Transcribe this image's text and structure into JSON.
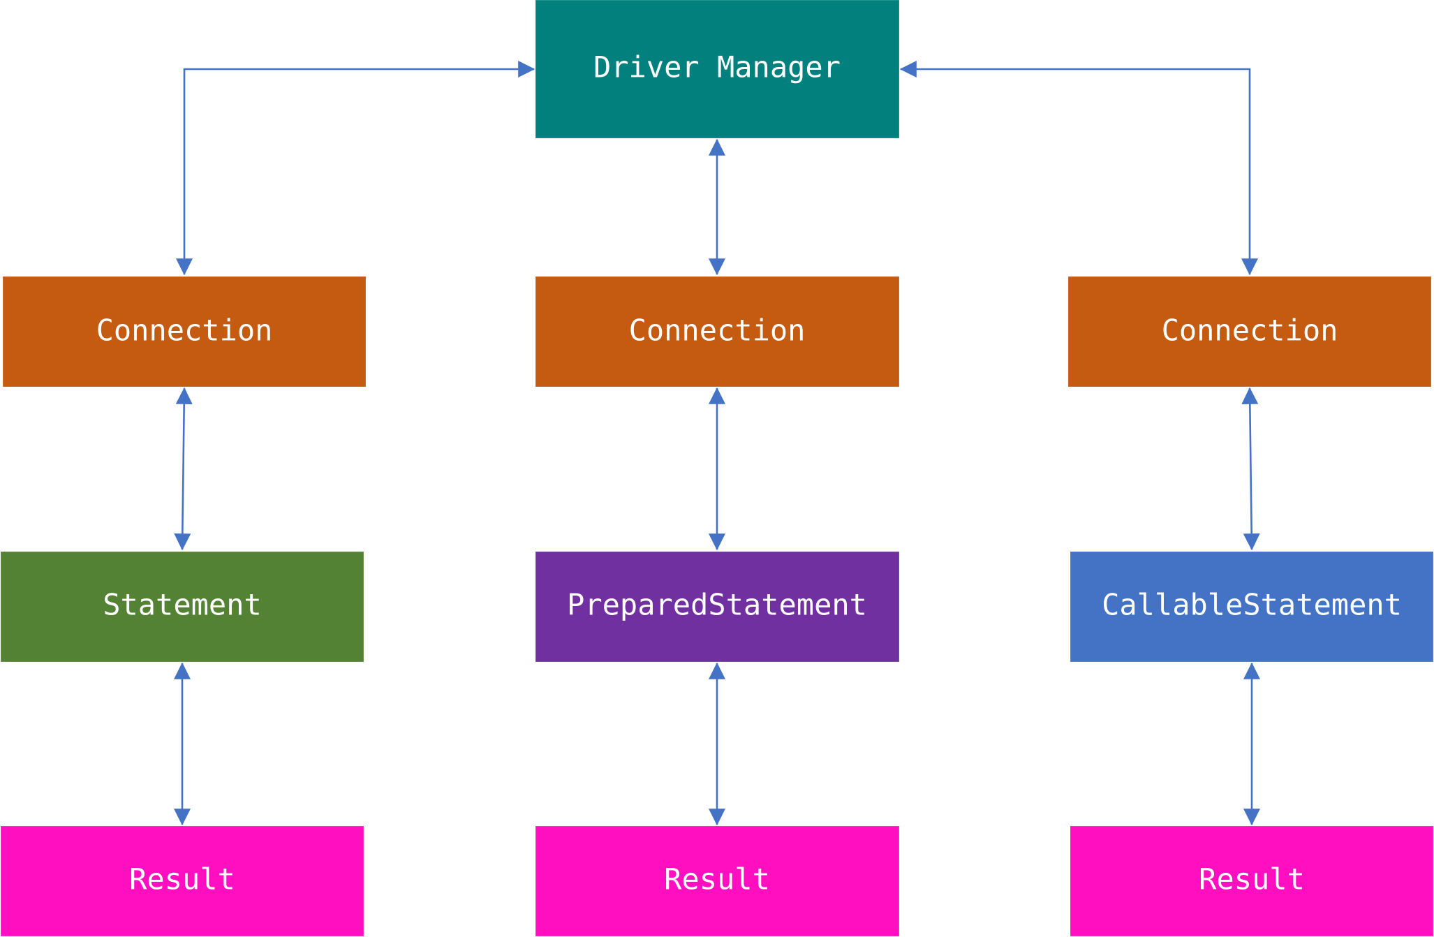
{
  "colors": {
    "driver_manager": "#02807D",
    "connection": "#C55A11",
    "statement": "#548235",
    "prepared_statement": "#7030A0",
    "callable_statement": "#4472C4",
    "result": "#FF0FC0",
    "arrow": "#4472C4"
  },
  "nodes": {
    "driver_manager": "Driver Manager",
    "connection_left": "Connection",
    "connection_center": "Connection",
    "connection_right": "Connection",
    "statement": "Statement",
    "prepared_statement": "PreparedStatement",
    "callable_statement": "CallableStatement",
    "result_left": "Result",
    "result_center": "Result",
    "result_right": "Result"
  },
  "edges": [
    {
      "from": "driver_manager",
      "to": "connection_left",
      "bidirectional": true
    },
    {
      "from": "driver_manager",
      "to": "connection_center",
      "bidirectional": true
    },
    {
      "from": "driver_manager",
      "to": "connection_right",
      "bidirectional": true
    },
    {
      "from": "connection_left",
      "to": "statement",
      "bidirectional": true
    },
    {
      "from": "connection_center",
      "to": "prepared_statement",
      "bidirectional": true
    },
    {
      "from": "connection_right",
      "to": "callable_statement",
      "bidirectional": true
    },
    {
      "from": "statement",
      "to": "result_left",
      "bidirectional": true
    },
    {
      "from": "prepared_statement",
      "to": "result_center",
      "bidirectional": true
    },
    {
      "from": "callable_statement",
      "to": "result_right",
      "bidirectional": true
    }
  ]
}
